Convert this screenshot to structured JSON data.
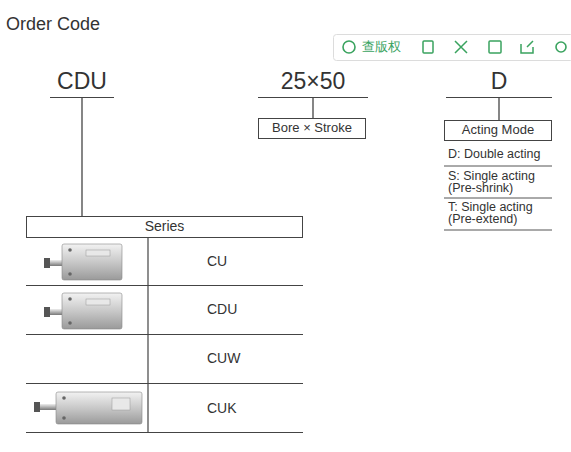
{
  "diagram": {
    "title": "Order Code",
    "nodes": [
      {
        "text": [
          "CDU"
        ]
      },
      {
        "text": [
          "25×50"
        ]
      },
      {
        "text": [
          "D"
        ]
      },
      {
        "text": [
          "Series"
        ]
      },
      {
        "text": [
          "Bore × Stroke"
        ]
      },
      {
        "text": [
          "Acting Mode"
        ]
      }
    ],
    "edges": [
      {
        "from": 0,
        "to": 3,
        "arrow": "none"
      },
      {
        "from": 1,
        "to": 4,
        "arrow": "none"
      },
      {
        "from": 2,
        "to": 5,
        "arrow": "none"
      }
    ],
    "labels": [
      "查版权",
      "D: Double acting",
      "S: Single acting (Pre-shrink)",
      "T: Single acting (Pre-extend)",
      "CU",
      "CDU",
      "CUW",
      "CUK"
    ]
  }
}
